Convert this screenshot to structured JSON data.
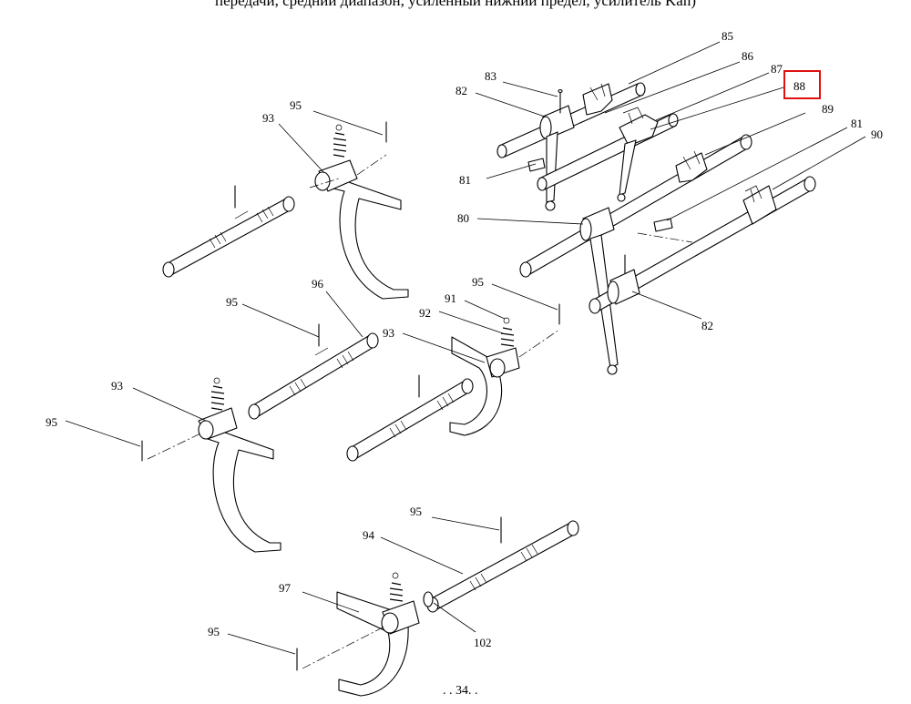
{
  "header": {
    "text": "передачи, средний диапазон, усиленный нижний предел, усилитель Kan)"
  },
  "labels": {
    "l85": "85",
    "l86": "86",
    "l87": "87",
    "l83": "83",
    "l82a": "82",
    "l88": "88",
    "l89": "89",
    "l81a": "81",
    "l90": "90",
    "l81b": "81",
    "l80": "80",
    "l82b": "82",
    "l95a": "95",
    "l93a": "93",
    "l96": "96",
    "l95b": "95",
    "l95c": "95",
    "l91": "91",
    "l92": "92",
    "l93b": "93",
    "l93c": "93",
    "l95d": "95",
    "l95e": "95",
    "l94": "94",
    "l97": "97",
    "l102": "102",
    "l95f": "95"
  },
  "highlight": {
    "label": "88",
    "color": "#e01010"
  },
  "page_number": ". . 34. ."
}
